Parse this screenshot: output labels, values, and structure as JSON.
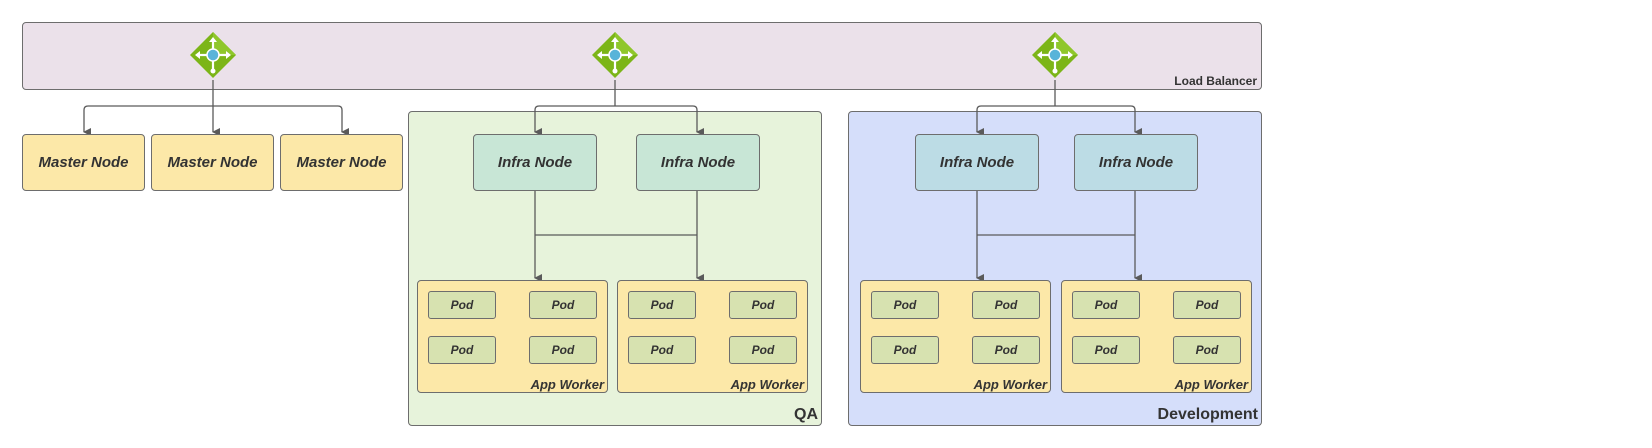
{
  "load_balancer": {
    "label": "Load Balancer"
  },
  "master_nodes": [
    {
      "label": "Master Node"
    },
    {
      "label": "Master Node"
    },
    {
      "label": "Master Node"
    }
  ],
  "qa": {
    "label": "QA",
    "infra_nodes": [
      {
        "label": "Infra Node"
      },
      {
        "label": "Infra Node"
      }
    ],
    "workers": [
      {
        "label": "App Worker",
        "pods": [
          "Pod",
          "Pod",
          "Pod",
          "Pod"
        ]
      },
      {
        "label": "App Worker",
        "pods": [
          "Pod",
          "Pod",
          "Pod",
          "Pod"
        ]
      }
    ]
  },
  "development": {
    "label": "Development",
    "infra_nodes": [
      {
        "label": "Infra Node"
      },
      {
        "label": "Infra Node"
      }
    ],
    "workers": [
      {
        "label": "App Worker",
        "pods": [
          "Pod",
          "Pod",
          "Pod",
          "Pod"
        ]
      },
      {
        "label": "App Worker",
        "pods": [
          "Pod",
          "Pod",
          "Pod",
          "Pod"
        ]
      }
    ]
  },
  "colors": {
    "load_balancer_band": "#ebe1ea",
    "master_node": "#fce8a8",
    "qa_env": "#e7f3db",
    "qa_infra": "#c8e6d6",
    "dev_env": "#d5defa",
    "dev_infra": "#bcdce5",
    "app_worker": "#fce8a8",
    "pod": "#d7e2b0",
    "lb_icon_green": "#7cb518",
    "lb_icon_center": "#59b4d9",
    "stroke": "#6d6d6d"
  }
}
